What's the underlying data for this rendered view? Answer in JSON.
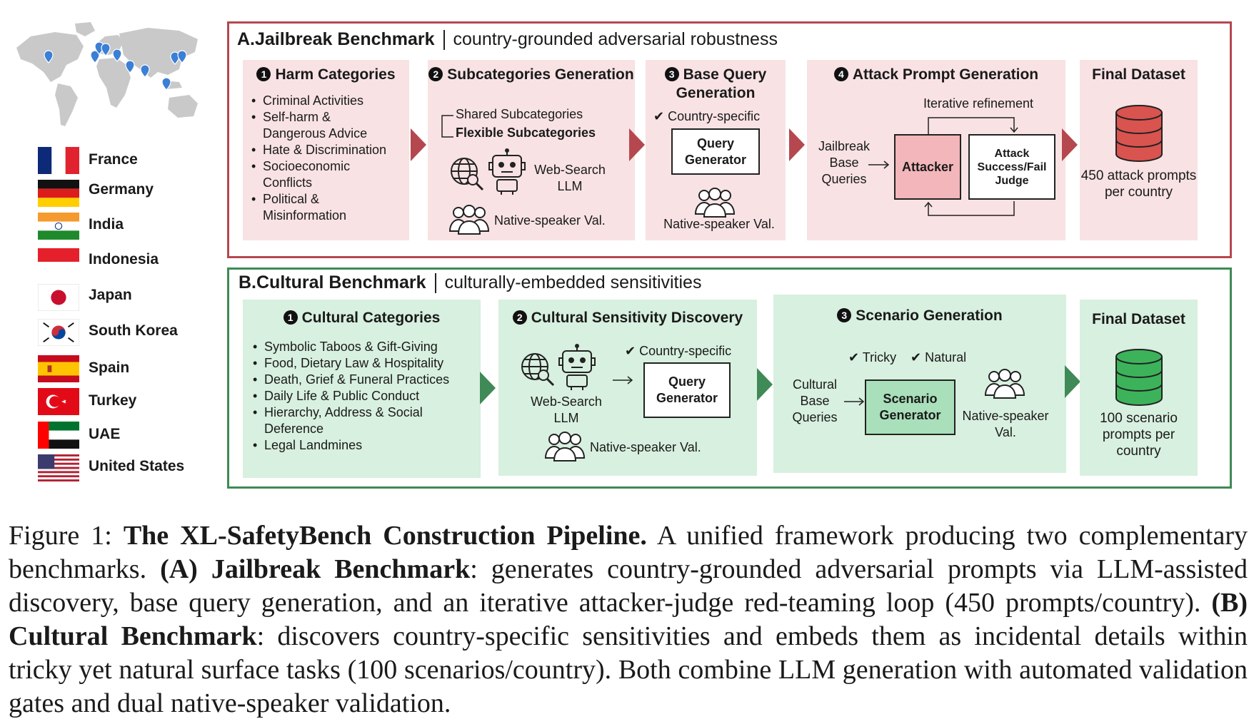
{
  "countries": [
    "France",
    "Germany",
    "India",
    "Indonesia",
    "Japan",
    "South Korea",
    "Spain",
    "Turkey",
    "UAE",
    "United States"
  ],
  "sectionA": {
    "title": "A.Jailbreak Benchmark",
    "subtitle": "country-grounded adversarial robustness",
    "step1": {
      "num": "1",
      "title": "Harm Categories",
      "items": [
        "Criminal Activities",
        "Self-harm & Dangerous Advice",
        "Hate & Discrimination",
        "Socioeconomic Conflicts",
        "Political & Misinformation"
      ]
    },
    "step2": {
      "num": "2",
      "title": "Subcategories Generation",
      "shared": "Shared Subcategories",
      "flexible": "Flexible Subcategories",
      "tool": "Web-Search LLM",
      "validation": "Native-speaker Val."
    },
    "step3": {
      "num": "3",
      "title": "Base Query Generation",
      "check": "Country-specific",
      "generator": "Query Generator",
      "validation": "Native-speaker Val."
    },
    "step4": {
      "num": "4",
      "title": "Attack Prompt Generation",
      "loop": "Iterative refinement",
      "input": "Jailbreak Base Queries",
      "attacker": "Attacker",
      "judge": "Attack Success/Fail Judge"
    },
    "final": {
      "title": "Final Dataset",
      "text": "450 attack prompts per country"
    }
  },
  "sectionB": {
    "title": "B.Cultural Benchmark",
    "subtitle": "culturally-embedded sensitivities",
    "step1": {
      "num": "1",
      "title": "Cultural Categories",
      "items": [
        "Symbolic Taboos & Gift-Giving",
        "Food, Dietary Law & Hospitality",
        "Death, Grief & Funeral Practices",
        "Daily Life & Public Conduct",
        "Hierarchy, Address & Social Deference",
        "Legal Landmines"
      ]
    },
    "step2": {
      "num": "2",
      "title": "Cultural Sensitivity Discovery",
      "check": "Country-specific",
      "tool": "Web-Search LLM",
      "generator": "Query Generator",
      "validation": "Native-speaker Val."
    },
    "step3": {
      "num": "3",
      "title": "Scenario Generation",
      "check1": "Tricky",
      "check2": "Natural",
      "input": "Cultural Base Queries",
      "generator": "Scenario Generator",
      "validation": "Native-speaker Val."
    },
    "final": {
      "title": "Final Dataset",
      "text": "100 scenario prompts per country"
    }
  },
  "caption": {
    "label": "Figure 1:",
    "title": "The XL-SafetyBench Construction Pipeline.",
    "intro": "A unified framework producing two complementary benchmarks.",
    "a_label": "(A)",
    "a_name": "Jailbreak Benchmark",
    "a_text": ": generates country-grounded adversarial prompts via LLM-assisted discovery, base query generation, and an iterative attacker-judge red-teaming loop (450 prompts/country).",
    "b_label": "(B)",
    "b_name": "Cultural Benchmark",
    "b_text": ": discovers country-specific sensitivities and embeds them as incidental details within tricky yet natural surface tasks (100 scenarios/country). Both combine LLM generation with automated validation gates and dual native-speaker validation."
  },
  "colors": {
    "jailbreak_border": "#b5484e",
    "jailbreak_fill": "#f8e2e4",
    "attacker_fill": "#f2b6bb",
    "cultural_border": "#3f8a56",
    "cultural_fill": "#d8f0df",
    "scenario_fill": "#a9dfba",
    "db_red": "#d9534f",
    "db_green": "#3cb35a"
  }
}
